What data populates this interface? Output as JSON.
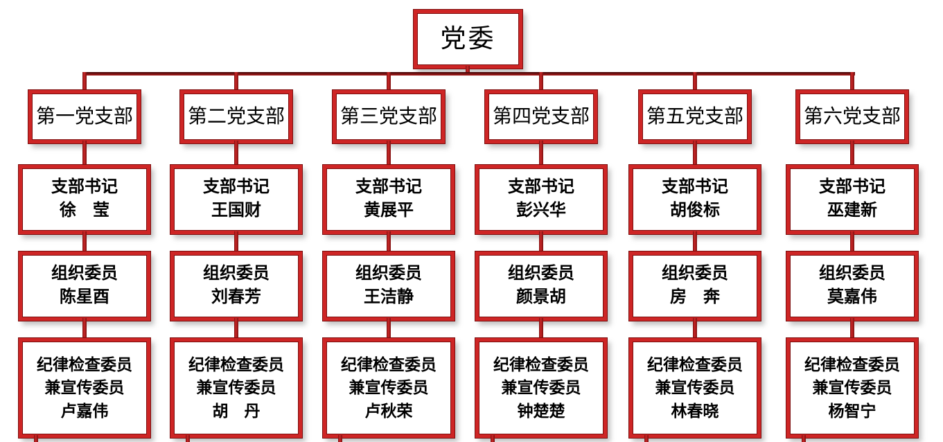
{
  "root": {
    "label": "党委"
  },
  "roles": {
    "secretary": "支部书记",
    "organization": "组织委员",
    "discipline_line1": "纪律检查委员",
    "discipline_line2": "兼宣传委员"
  },
  "branches": [
    {
      "title": "第一党支部",
      "secretary_name": "徐　莹",
      "organization_name": "陈星酉",
      "discipline_name": "卢嘉伟"
    },
    {
      "title": "第二党支部",
      "secretary_name": "王国财",
      "organization_name": "刘春芳",
      "discipline_name": "胡　丹"
    },
    {
      "title": "第三党支部",
      "secretary_name": "黄展平",
      "organization_name": "王洁静",
      "discipline_name": "卢秋荣"
    },
    {
      "title": "第四党支部",
      "secretary_name": "彭兴华",
      "organization_name": "颜景胡",
      "discipline_name": "钟楚楚"
    },
    {
      "title": "第五党支部",
      "secretary_name": "胡俊标",
      "organization_name": "房　奔",
      "discipline_name": "林春晓"
    },
    {
      "title": "第六党支部",
      "secretary_name": "巫建新",
      "organization_name": "莫嘉伟",
      "discipline_name": "杨智宁"
    }
  ],
  "colors": {
    "box_border": "#ce2525",
    "box_border_edge": "#7a0e0e",
    "connector": "#aa1d1d",
    "text": "#000000",
    "background": "#ffffff"
  }
}
